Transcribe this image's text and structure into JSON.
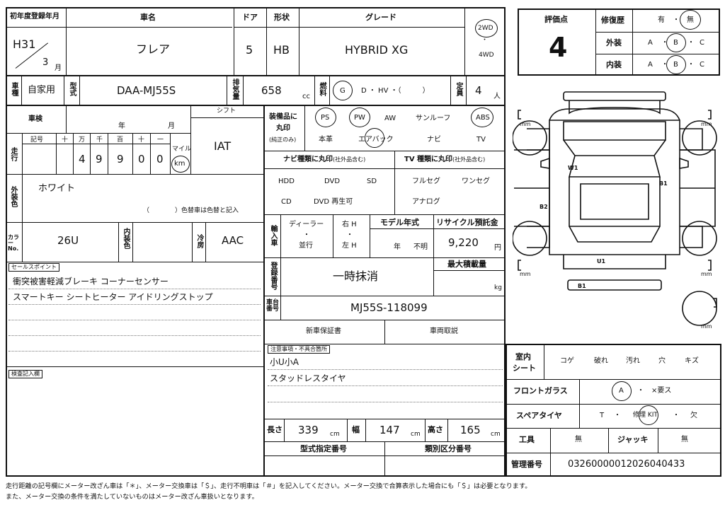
{
  "header": {
    "first_reg_label": "初年度登録年月",
    "first_reg_year": "H31",
    "first_reg_month": "3",
    "month_unit": "月",
    "car_name_label": "車名",
    "car_name": "フレア",
    "door_label": "ドア",
    "doors": "5",
    "shape_label": "形状",
    "shape": "HB",
    "grade_label": "グレード",
    "grade": "HYBRID XG",
    "drive_2wd": "2WD",
    "drive_sep": "・",
    "drive_4wd": "4WD"
  },
  "row2": {
    "use_label": "車種",
    "use_value": "自家用",
    "model_label": "型式",
    "model_value": "DAA-MJ55S",
    "displacement_label": "排気量",
    "displacement_value": "658",
    "displacement_unit": "cc",
    "fuel_label": "燃料",
    "fuel_g": "G",
    "fuel_rest": "D ・ HV ・（　　　）",
    "capacity_label": "定員",
    "capacity_value": "4",
    "capacity_unit": "人"
  },
  "rating": {
    "score_label": "評価点",
    "score": "4",
    "repair_label": "修復歴",
    "repair_yes": "有",
    "repair_sep": "・",
    "repair_no": "無",
    "exterior_label": "外装",
    "interior_label": "内装",
    "grade_a": "A",
    "grade_b": "B",
    "grade_c": "C",
    "dot": "・"
  },
  "inspection": {
    "shaken_label": "車検",
    "year_unit": "年",
    "month_unit": "月",
    "shift_label": "シフト",
    "shift_value": "IAT",
    "mileage_label": "走行",
    "kigo_label": "記号",
    "digit_labels": [
      "十",
      "万",
      "千",
      "百",
      "十",
      "一"
    ],
    "digits": [
      "",
      "4",
      "9",
      "9",
      "0",
      "0"
    ],
    "mile_label": "マイル",
    "km_label": "km"
  },
  "color": {
    "ext_label": "外装色",
    "ext_value": "ホワイト",
    "repaint_note": "（　　　　）色替車は色替と記入",
    "code_label": "カラーNo.",
    "code_value": "26U",
    "int_label": "内装色",
    "ac_label": "冷房",
    "ac_value": "AAC"
  },
  "sales": {
    "label": "セールスポイント",
    "lines": [
      "衝突被害軽減ブレーキ コーナーセンサー",
      "スマートキー シートヒーター アイドリングストップ"
    ],
    "inspect_label": "検査記入欄"
  },
  "equipment": {
    "label_line1": "装備品に",
    "label_line2": "丸印",
    "label_line3": "(純正のみ)",
    "items_row1": [
      "PS",
      "PW",
      "AW",
      "サンルーフ",
      "ABS"
    ],
    "items_row2": [
      "本革",
      "エアバック",
      "ナビ",
      "TV"
    ],
    "navi_label": "ナビ種類に丸印",
    "navi_sub": "(社外品含む)",
    "navi_row1": [
      "HDD",
      "DVD",
      "SD"
    ],
    "navi_row2": [
      "CD",
      "DVD 再生可"
    ],
    "tv_label": "TV 種類に丸印",
    "tv_sub": "(社外品含む)",
    "tv_row1": [
      "フルセグ",
      "ワンセグ"
    ],
    "tv_row2": [
      "アナログ"
    ]
  },
  "import": {
    "label": "輸入車",
    "dealer": "ディーラー",
    "dot": "・",
    "parallel": "並行",
    "right": "右 H",
    "left": "左 H",
    "model_year_label": "モデル年式",
    "year_unit": "年",
    "unknown": "不明",
    "recycle_label": "リサイクル預託金",
    "recycle_value": "9,220",
    "recycle_unit": "円"
  },
  "registration": {
    "label": "登録番号",
    "value": "一時抹消",
    "max_load_label": "最大積載量",
    "max_load_unit": "kg",
    "chassis_label": "車台番号",
    "chassis_value": "MJ55S-118099",
    "warranty": "新車保証書",
    "manual": "車両取説",
    "notes_label": "注意事項・不具合箇所",
    "notes": [
      "小U小A",
      "スタッドレスタイヤ"
    ]
  },
  "dimensions": {
    "length_label": "長さ",
    "length": "339",
    "width_label": "幅",
    "width": "147",
    "height_label": "高さ",
    "height": "165",
    "unit": "cm",
    "type_designation": "型式指定番号",
    "category_number": "類別区分番号"
  },
  "diagram": {
    "mm": "mm",
    "labels": [
      "W1",
      "B1",
      "B2",
      "U1",
      "B1"
    ]
  },
  "interior": {
    "seat_label_1": "室内",
    "seat_label_2": "シート",
    "seat_items": [
      "コゲ",
      "破れ",
      "汚れ",
      "穴",
      "キズ"
    ],
    "glass_label": "フロントガラス",
    "glass_a": "A",
    "glass_rest": "・　×要ス",
    "spare_label": "スペアタイヤ",
    "spare_t": "T",
    "spare_kit": "修理 KIT",
    "spare_none": "欠",
    "dot": "・",
    "tools_label": "工具",
    "tools_value": "無",
    "jack_label": "ジャッキ",
    "jack_value": "無",
    "mgmt_label": "管理番号",
    "mgmt_value": "03260000012026040433"
  },
  "footer": {
    "line1": "走行距離の記号欄にメーター改ざん車は「＊」、メーター交換車は「＄」、走行不明車は「＃」を記入してください。メーター交換で合算表示した場合にも「＄」は必要となります。",
    "line2": "また、メーター交換の条件を満たしていないものはメーター改ざん車扱いとなります。"
  }
}
